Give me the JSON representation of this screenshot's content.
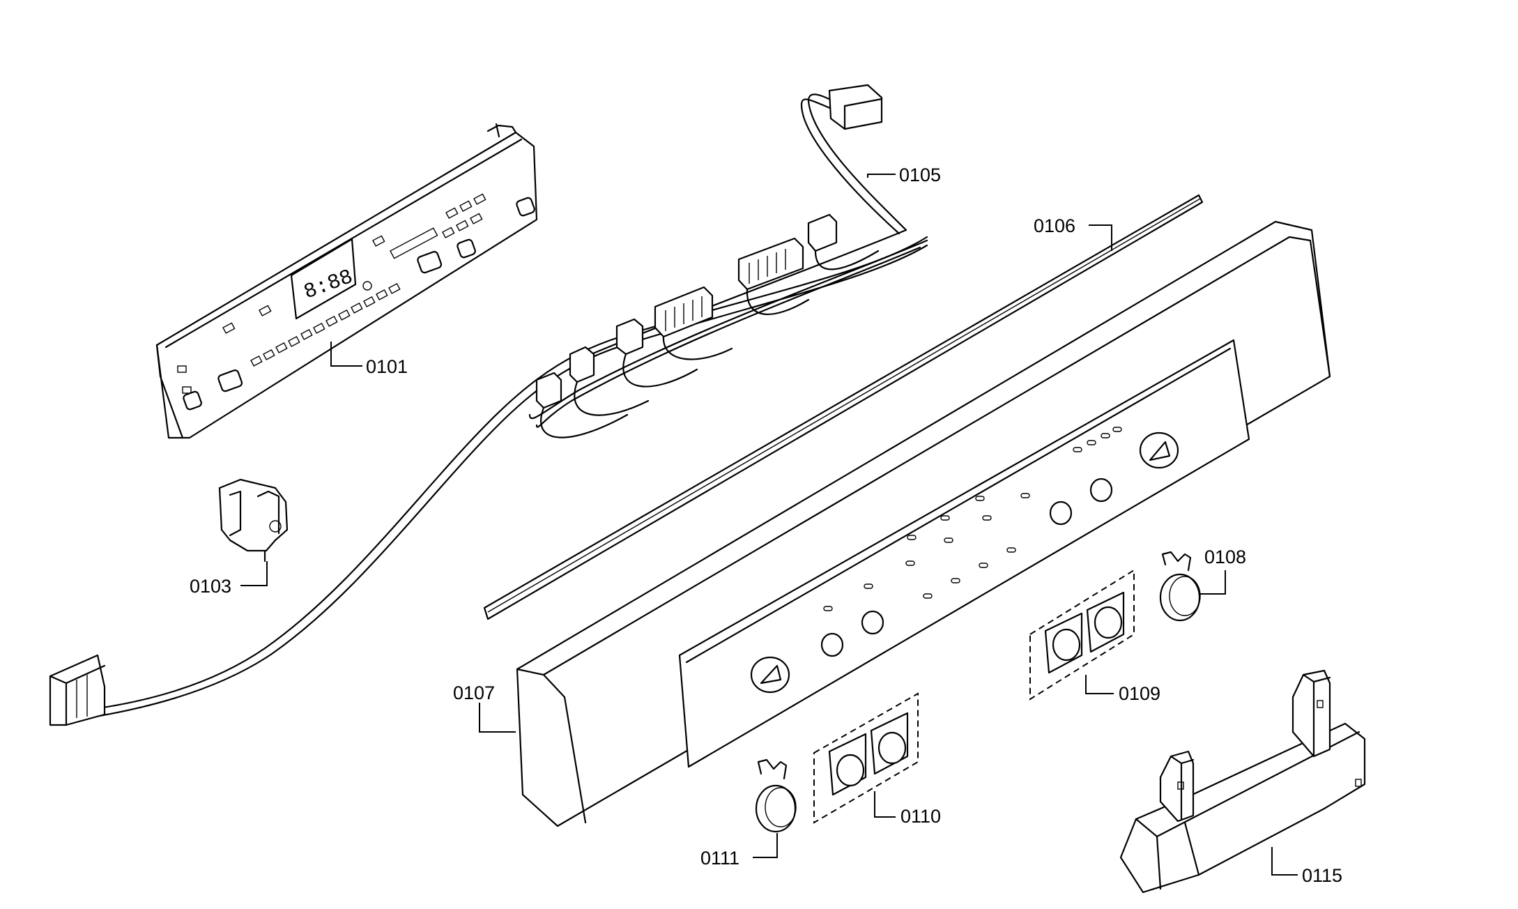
{
  "labels": {
    "p0101": "0101",
    "p0103": "0103",
    "p0105": "0105",
    "p0106": "0106",
    "p0107": "0107",
    "p0108": "0108",
    "p0109": "0109",
    "p0110": "0110",
    "p0111": "0111",
    "p0115": "0115"
  },
  "display_readout": "8:88"
}
